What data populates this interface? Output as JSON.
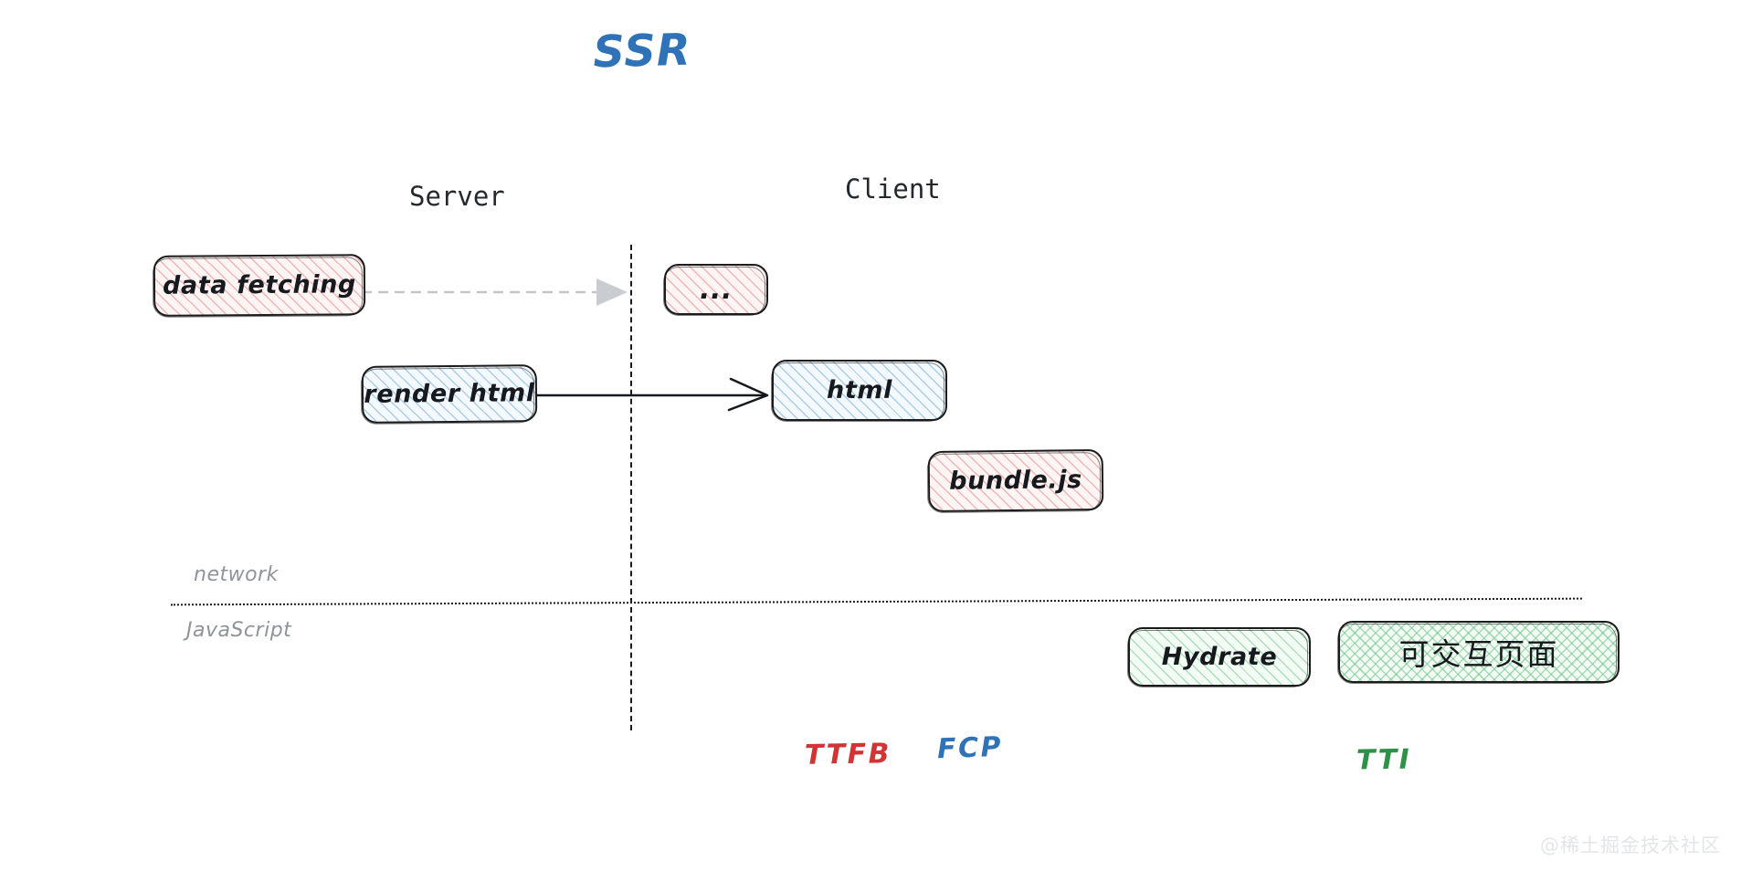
{
  "diagram": {
    "title": "SSR",
    "title_color": "#2f72b8",
    "watermark": "@稀土掘金技术社区"
  },
  "columns": {
    "server_label": "Server",
    "client_label": "Client"
  },
  "lanes": {
    "network_label": "network",
    "javascript_label": "JavaScript",
    "lane_color": "#8e9499"
  },
  "nodes": [
    {
      "id": "data-fetching",
      "label": "data fetching",
      "fill": "pink",
      "side": "server"
    },
    {
      "id": "ellipsis",
      "label": "...",
      "fill": "pink",
      "side": "client"
    },
    {
      "id": "render-html",
      "label": "render html",
      "fill": "blue",
      "side": "server"
    },
    {
      "id": "html",
      "label": "html",
      "fill": "blue",
      "side": "client"
    },
    {
      "id": "bundle-js",
      "label": "bundle.js",
      "fill": "pink",
      "side": "client"
    },
    {
      "id": "hydrate",
      "label": "Hydrate",
      "fill": "green",
      "side": "client"
    },
    {
      "id": "interactive",
      "label": "可交互页面",
      "fill": "green-cross",
      "side": "client"
    }
  ],
  "metrics": [
    {
      "id": "ttfb",
      "label": "TTFB",
      "color": "#d03434"
    },
    {
      "id": "fcp",
      "label": "FCP",
      "color": "#2f72b8"
    },
    {
      "id": "tti",
      "label": "TTI",
      "color": "#2f9148"
    }
  ],
  "connectors": [
    {
      "id": "fetch-to-client",
      "style": "dashed-gray",
      "from": "data-fetching",
      "to": "ellipsis"
    },
    {
      "id": "render-to-html",
      "style": "solid-black",
      "from": "render-html",
      "to": "html"
    }
  ]
}
